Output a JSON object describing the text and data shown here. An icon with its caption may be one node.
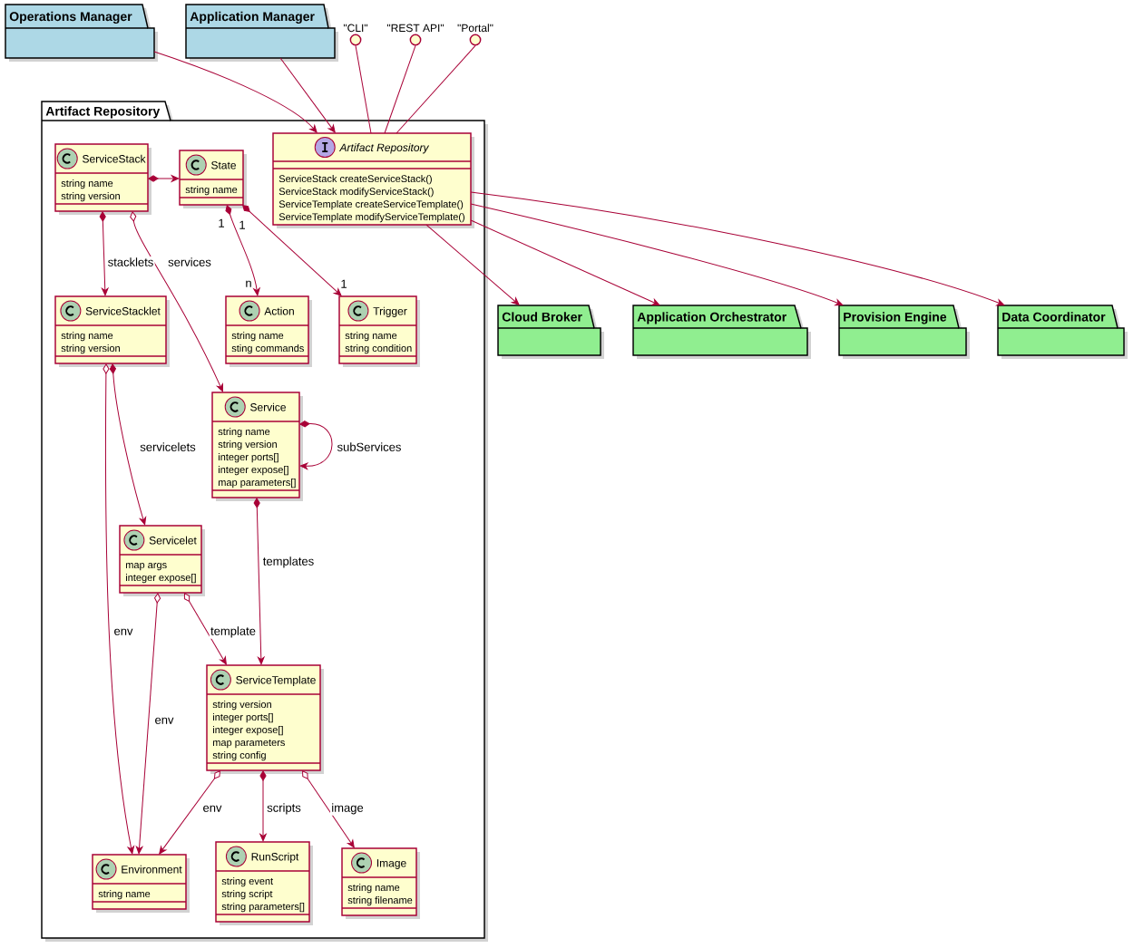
{
  "diagram": {
    "nodes": [
      {
        "text": [
          "Operations Manager"
        ]
      },
      {
        "text": [
          "Application Manager"
        ]
      },
      {
        "text": [],
        "shape": "circle",
        "beside": [
          "\"CLI\""
        ]
      },
      {
        "text": [],
        "shape": "circle",
        "beside": [
          "\"REST API\""
        ]
      },
      {
        "text": [],
        "shape": "circle",
        "beside": [
          "\"Portal\""
        ]
      },
      {
        "text": [
          "Artifact Repository"
        ]
      },
      {
        "text": [
          "Artifact Repository",
          "ServiceStack createServiceStack()",
          "ServiceStack modifyServiceStack()",
          "ServiceTemplate createServiceTemplate()",
          "ServiceTemplate modifyServiceTemplate()"
        ],
        "in": 5
      },
      {
        "text": [
          "ServiceStack",
          "string name",
          "string version"
        ],
        "in": 5
      },
      {
        "text": [
          "State",
          "string name"
        ],
        "in": 5
      },
      {
        "text": [
          "ServiceStacklet",
          "string name",
          "string version"
        ],
        "in": 5
      },
      {
        "text": [
          "Action",
          "string name",
          "sting commands"
        ],
        "in": 5
      },
      {
        "text": [
          "Trigger",
          "string name",
          "string condition"
        ],
        "in": 5
      },
      {
        "text": [
          "Service",
          "string name",
          "string version",
          "integer ports[]",
          "integer expose[]",
          "map parameters[]"
        ],
        "in": 5
      },
      {
        "text": [
          "Servicelet",
          "map args",
          "integer expose[]"
        ],
        "in": 5
      },
      {
        "text": [
          "ServiceTemplate",
          "string version",
          "integer ports[]",
          "integer expose[]",
          "map parameters",
          "string config"
        ],
        "in": 5
      },
      {
        "text": [
          "Environment",
          "string name"
        ],
        "in": 5
      },
      {
        "text": [
          "RunScript",
          "string event",
          "string script",
          "string parameters[]"
        ],
        "in": 5
      },
      {
        "text": [
          "Image",
          "string name",
          "string filename"
        ],
        "in": 5
      },
      {
        "text": [
          "Cloud Broker"
        ]
      },
      {
        "text": [
          "Application Orchestrator"
        ]
      },
      {
        "text": [
          "Provision Engine"
        ]
      },
      {
        "text": [
          "Data Coordinator"
        ]
      }
    ],
    "edges": [
      {
        "from": 0,
        "to": 6,
        "arrow": "to"
      },
      {
        "from": 1,
        "to": 6,
        "arrow": "to"
      },
      {
        "from": 2,
        "to": 6,
        "arrow": "none"
      },
      {
        "from": 3,
        "to": 6,
        "arrow": "none"
      },
      {
        "from": 4,
        "to": 6,
        "arrow": "none"
      },
      {
        "from": 7,
        "to": 8,
        "arrow": "to"
      },
      {
        "from": 7,
        "to": 9,
        "arrow": "to",
        "label": "stacklets"
      },
      {
        "from": 7,
        "to": 12,
        "arrow": "to",
        "label": "services"
      },
      {
        "from": 8,
        "to": 10,
        "arrow": "to"
      },
      {
        "from": 8,
        "to": 11,
        "arrow": "to"
      },
      {
        "from": 9,
        "to": 13,
        "arrow": "to",
        "label": "servicelets"
      },
      {
        "from": 9,
        "to": 15,
        "arrow": "to",
        "label": "env"
      },
      {
        "from": 12,
        "to": 12,
        "arrow": "to",
        "label": "subServices"
      },
      {
        "from": 12,
        "to": 14,
        "arrow": "to",
        "label": "templates"
      },
      {
        "from": 13,
        "to": 15,
        "arrow": "to",
        "label": "env"
      },
      {
        "from": 13,
        "to": 14,
        "arrow": "to",
        "label": "template"
      },
      {
        "from": 14,
        "to": 15,
        "arrow": "to",
        "label": "env"
      },
      {
        "from": 14,
        "to": 16,
        "arrow": "to",
        "label": "scripts"
      },
      {
        "from": 14,
        "to": 17,
        "arrow": "to",
        "label": "image"
      },
      {
        "from": 6,
        "to": 18,
        "arrow": "to"
      },
      {
        "from": 6,
        "to": 19,
        "arrow": "to"
      },
      {
        "from": 6,
        "to": 20,
        "arrow": "to"
      },
      {
        "from": 6,
        "to": 21,
        "arrow": "to"
      }
    ],
    "labels": [
      "1",
      "1",
      "n",
      "1"
    ]
  }
}
